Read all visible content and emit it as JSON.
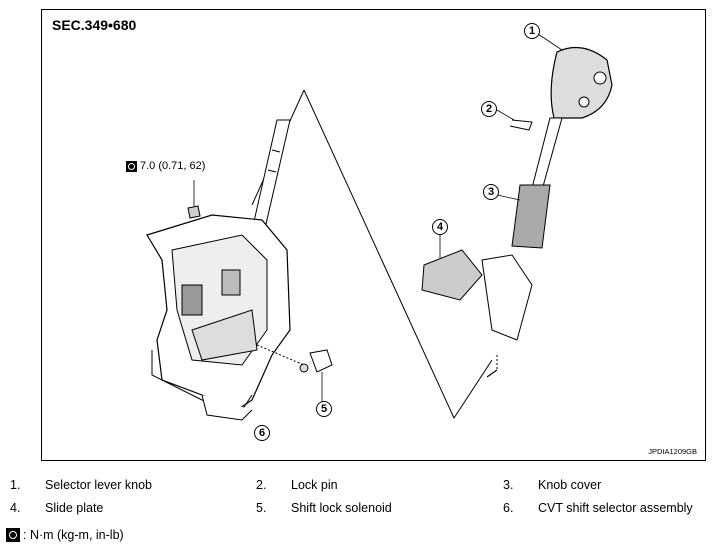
{
  "figure": {
    "section": "SEC.349•680",
    "torque_spec": "7.0 (0.71, 62)",
    "figure_id": "JPDIA1209GB",
    "callouts": [
      "1",
      "2",
      "3",
      "4",
      "5",
      "6"
    ]
  },
  "legend": [
    {
      "num": "1.",
      "label": "Selector lever knob"
    },
    {
      "num": "2.",
      "label": "Lock pin"
    },
    {
      "num": "3.",
      "label": "Knob cover"
    },
    {
      "num": "4.",
      "label": "Slide plate"
    },
    {
      "num": "5.",
      "label": "Shift lock solenoid"
    },
    {
      "num": "6.",
      "label": "CVT shift selector assembly"
    }
  ],
  "unit_note": ": N·m (kg-m, in-lb)",
  "icons": {
    "torque": "torque-wrench-icon"
  }
}
